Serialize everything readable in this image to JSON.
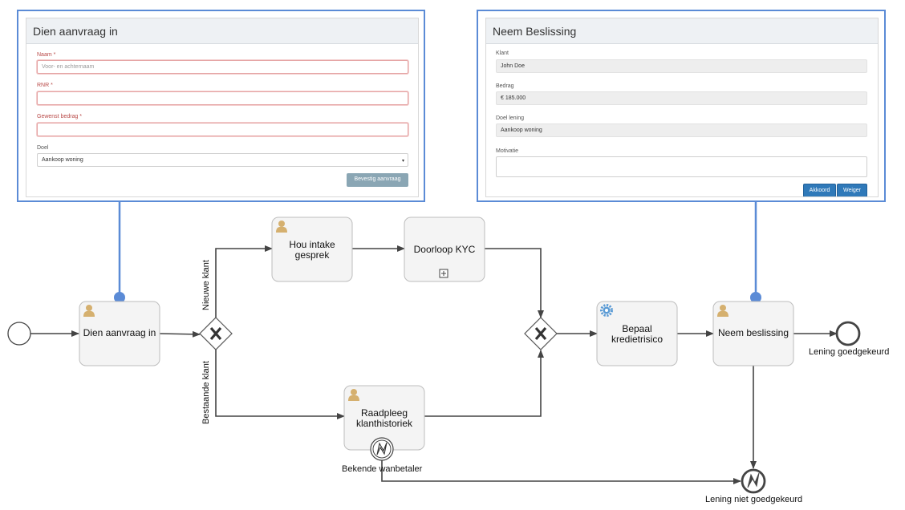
{
  "form_aanvraag": {
    "title": "Dien aanvraag in",
    "naam_label": "Naam *",
    "naam_placeholder": "Voor- en achternaam",
    "rnr_label": "RNR *",
    "bedrag_label": "Gewenst bedrag *",
    "doel_label": "Doel",
    "doel_value": "Aankoop woning",
    "submit_label": "Bevestig aanvraag"
  },
  "form_beslissing": {
    "title": "Neem Beslissing",
    "klant_label": "Klant",
    "klant_value": "John Doe",
    "bedrag_label": "Bedrag",
    "bedrag_value": "€ 185.000",
    "doel_label": "Doel lening",
    "doel_value": "Aankoop woning",
    "motivatie_label": "Motivatie",
    "approve_label": "Akkoord",
    "reject_label": "Weiger"
  },
  "process": {
    "tasks": {
      "dien_aanvraag": "Dien aanvraag in",
      "hou_intake": "Hou intake gesprek",
      "doorloop_kyc": "Doorloop KYC",
      "raadpleeg": "Raadpleeg klanthistoriek",
      "bepaal": "Bepaal kredietrisico",
      "neem_beslissing": "Neem beslissing"
    },
    "flows": {
      "nieuwe_klant": "Nieuwe klant",
      "bestaande_klant": "Bestaande klant"
    },
    "events": {
      "goedgekeurd": "Lening goedgekeurd",
      "niet_goedgekeurd": "Lening niet goedgekeurd",
      "wanbetaler": "Bekende wanbetaler"
    }
  },
  "colors": {
    "connector": "#5b8bd6",
    "task_fill": "#f4f4f4",
    "user_icon": "#d5b06f",
    "gear_icon": "#5b9bd5"
  }
}
